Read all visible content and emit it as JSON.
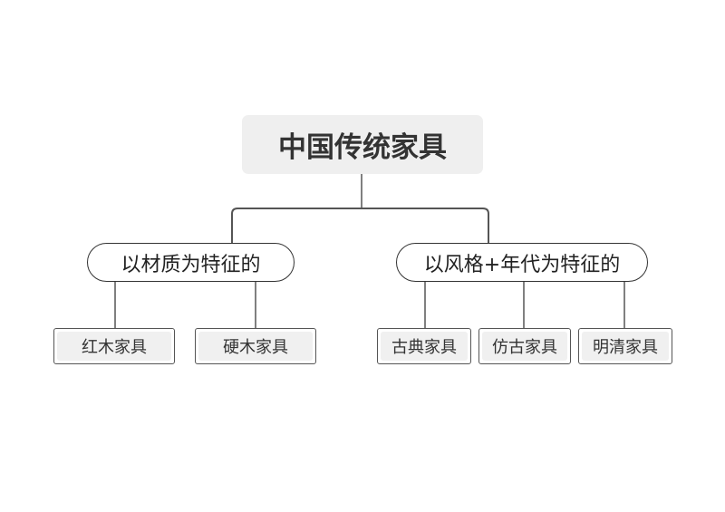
{
  "root": {
    "label": "中国传统家具"
  },
  "branches": [
    {
      "label": "以材质为特征的",
      "children": [
        "红木家具",
        "硬木家具"
      ]
    },
    {
      "label": "以风格+年代为特征的",
      "children": [
        "古典家具",
        "仿古家具",
        "明清家具"
      ]
    }
  ]
}
